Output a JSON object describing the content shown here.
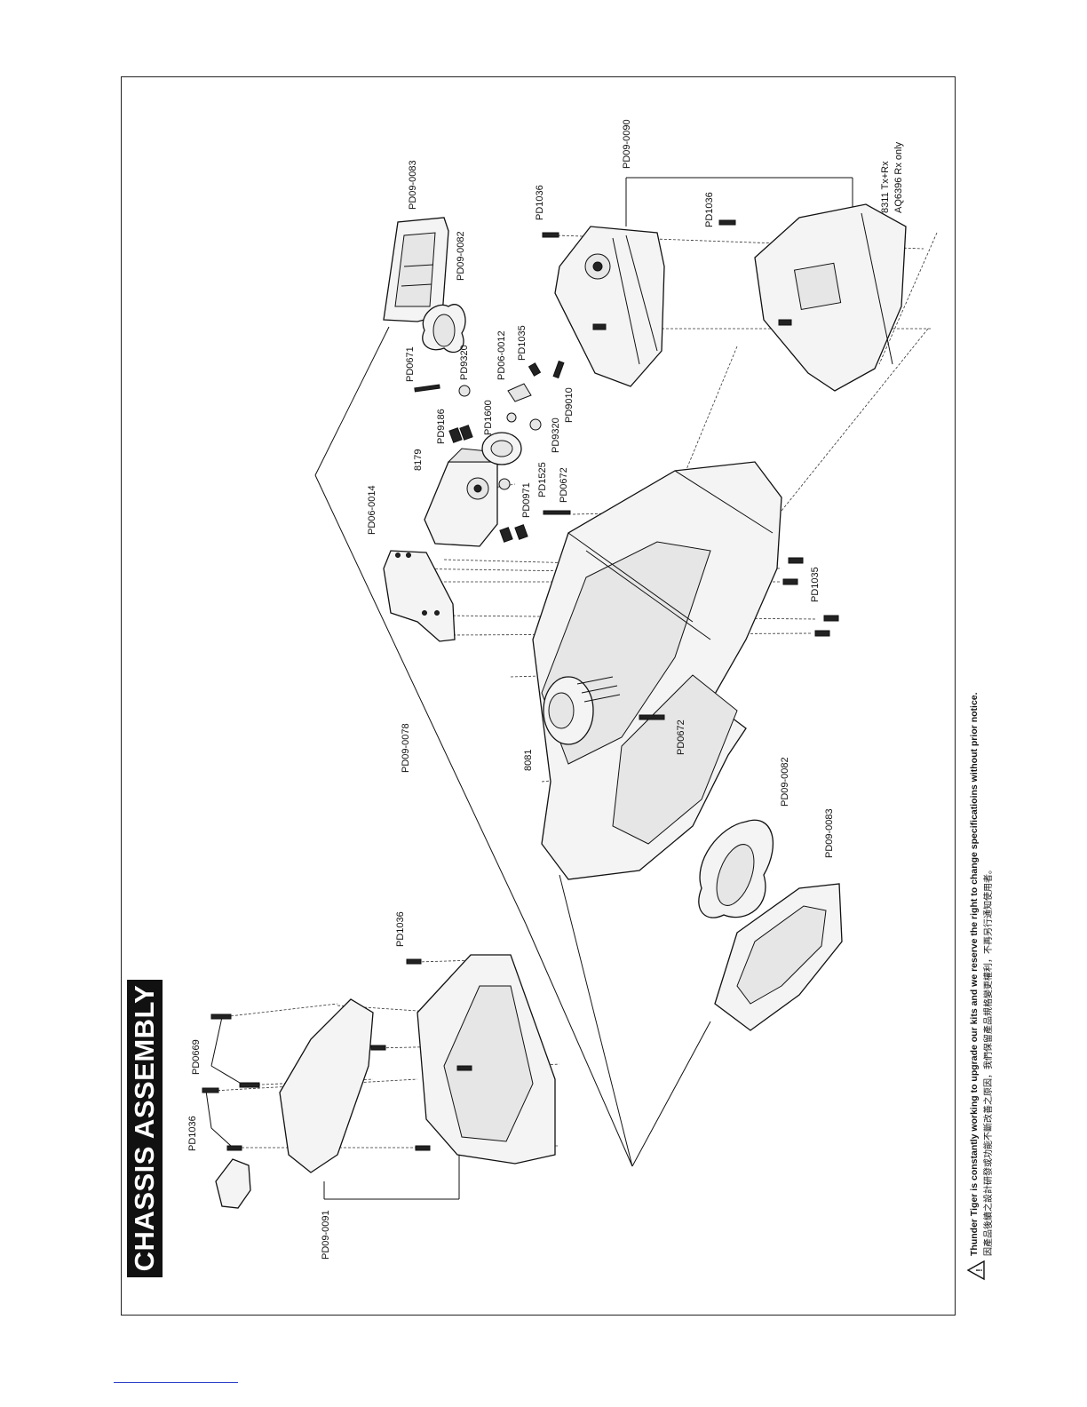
{
  "page": {
    "title": "CHASSIS ASSEMBLY",
    "notice_en": "Thunder Tiger is constantly working to upgrade our kits and we reserve the right to change specificatioins without prior notice.",
    "notice_zh": "因產品後續之設計研發或功能不斷改善之原因，我們保留產品規格變更權利，不再另行通知使用者。",
    "warning_icon": "warning-triangle-icon"
  },
  "labels": {
    "pd09_0083_top": "PD09-0083",
    "pd09_0082_top": "PD09-0082",
    "pd0671": "PD0671",
    "pd9320_a": "PD9320",
    "pd06_0012": "PD06-0012",
    "pd1035_a": "PD1035",
    "pd9186": "PD9186",
    "pd1600": "PD1600",
    "pd9320_b": "PD9320",
    "pd9010": "PD9010",
    "n8179": "8179",
    "pd0971": "PD0971",
    "pd1525": "PD1525",
    "pd0672_a": "PD0672",
    "pd06_0014": "PD06-0014",
    "pd1036_top": "PD1036",
    "pd09_0090": "PD09-0090",
    "pd1036_b": "PD1036",
    "tx_rx": "8311 Tx+Rx",
    "rx_only": "AQ6396 Rx only",
    "pd1035_b": "PD1035",
    "pd09_0078": "PD09-0078",
    "n8081": "8081",
    "pd0672_b": "PD0672",
    "pd09_0082_bot": "PD09-0082",
    "pd09_0083_bot": "PD09-0083",
    "pd1036_mid": "PD1036",
    "pd0669": "PD0669",
    "pd1036_left": "PD1036",
    "pd09_0091": "PD09-0091"
  }
}
